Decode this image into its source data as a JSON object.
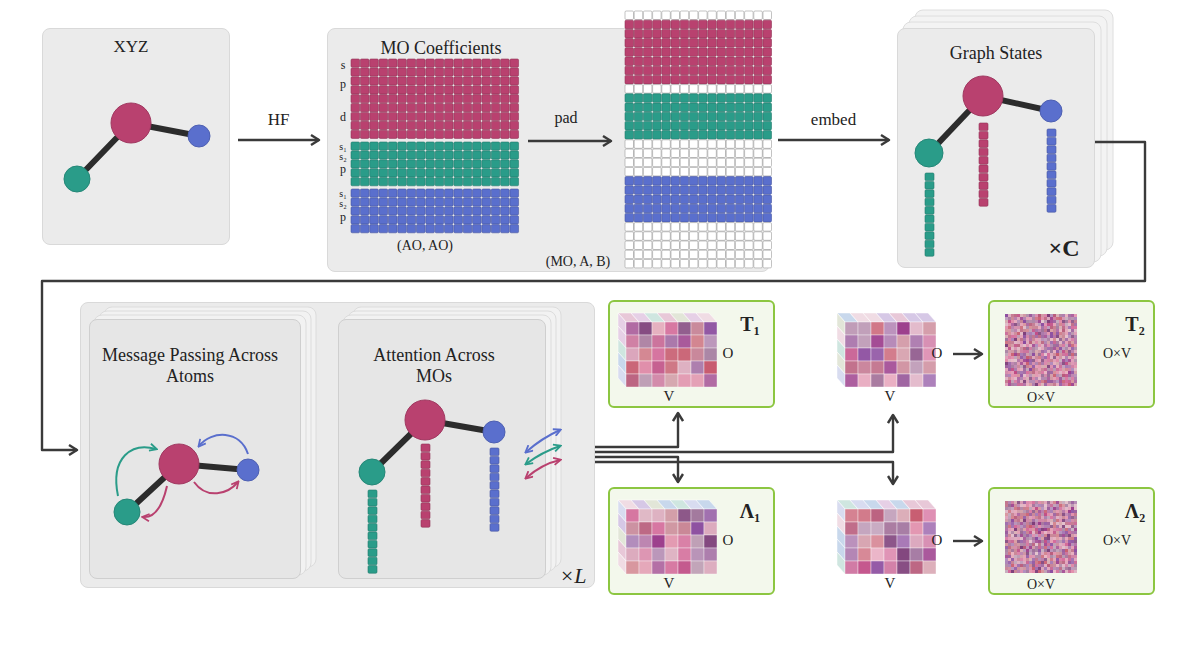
{
  "diagram": {
    "nodes": [
      {
        "text": [
          "XYZ"
        ]
      },
      {
        "text": [
          "MO Coefficients"
        ]
      },
      {
        "text": [
          "Graph States",
          "×C"
        ]
      },
      {
        "text": [
          "×L"
        ]
      },
      {
        "text": [
          "Message Passing Across Atoms"
        ],
        "in": 3
      },
      {
        "text": [
          "Attention Across MOs"
        ],
        "in": 3
      },
      {
        "text": [
          "T₁",
          "O",
          "V"
        ]
      },
      {
        "text": [
          "O",
          "V"
        ]
      },
      {
        "text": [
          "T₂",
          "O×V",
          "O×V"
        ]
      },
      {
        "text": [
          "Λ₁",
          "O",
          "V"
        ]
      },
      {
        "text": [
          "O",
          "V"
        ]
      },
      {
        "text": [
          "Λ₂",
          "O×V",
          "O×V"
        ]
      }
    ],
    "edges": [
      {
        "from": 0,
        "to": 1,
        "label": "HF",
        "arrow": "to"
      },
      {
        "from": 1,
        "to": 2,
        "label": "embed",
        "arrow": "to"
      },
      {
        "from": 2,
        "to": 3,
        "arrow": "to"
      },
      {
        "from": 4,
        "to": 5,
        "arrow": "to"
      },
      {
        "from": 3,
        "to": 6,
        "arrow": "to"
      },
      {
        "from": 3,
        "to": 7,
        "arrow": "to"
      },
      {
        "from": 7,
        "to": 8,
        "arrow": "to"
      },
      {
        "from": 3,
        "to": 9,
        "arrow": "to"
      },
      {
        "from": 3,
        "to": 10,
        "arrow": "to"
      },
      {
        "from": 10,
        "to": 11,
        "arrow": "to"
      }
    ],
    "labels": [
      "s",
      "p",
      "d",
      "s₁",
      "s₂",
      "p",
      "s₁",
      "s₂",
      "p",
      "(AO, AO)",
      "pad",
      "(MO, A, B)"
    ]
  }
}
